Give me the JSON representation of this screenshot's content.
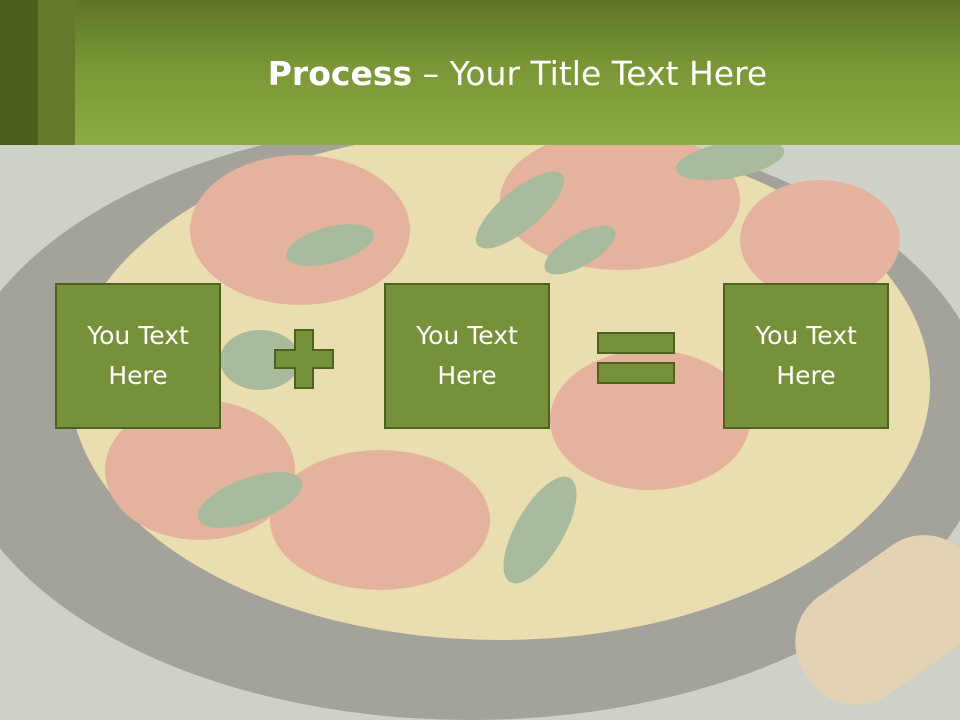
{
  "title": {
    "bold": "Process",
    "rest": " – Your Title Text Here"
  },
  "boxes": [
    {
      "text": "You Text Here"
    },
    {
      "text": "You Text Here"
    },
    {
      "text": "You Text Here"
    }
  ],
  "operators": [
    "plus-icon",
    "equals-icon"
  ],
  "colors": {
    "title_bar": "#7a9636",
    "box_fill": "#76913a",
    "box_border": "#4e6220",
    "text": "#ffffff"
  }
}
